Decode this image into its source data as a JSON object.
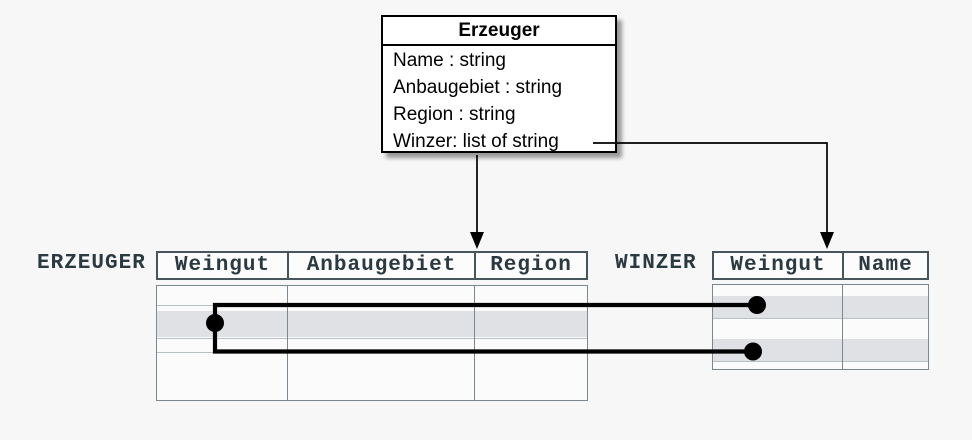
{
  "class_box": {
    "title": "Erzeuger",
    "attributes": [
      "Name : string",
      "Anbaugebiet : string",
      "Region : string",
      "Winzer: list of string"
    ]
  },
  "tables": {
    "erzeuger": {
      "label": "ERZEUGER",
      "columns": [
        "Weingut",
        "Anbaugebiet",
        "Region"
      ],
      "body_rows": 4,
      "highlighted_row_index": 2
    },
    "winzer": {
      "label": "WINZER",
      "columns": [
        "Weingut",
        "Name"
      ],
      "body_rows": 4,
      "highlighted_row_indexes": [
        2,
        4
      ]
    }
  },
  "relationships": {
    "arrow_class_to_erzeuger": "Erzeuger class maps to ERZEUGER table",
    "arrow_winzer_attr_to_winzer": "Winzer attribute maps to WINZER table",
    "row_links": "highlighted ERZEUGER row linked to two highlighted WINZER rows (dots at endpoints)"
  },
  "colors": {
    "background": "#f7f7f8",
    "table_text": "#2b3a42",
    "header_border": "#46565c",
    "body_border": "#78888e",
    "row_highlight": "#dfe1e5",
    "link_line": "#000000"
  }
}
